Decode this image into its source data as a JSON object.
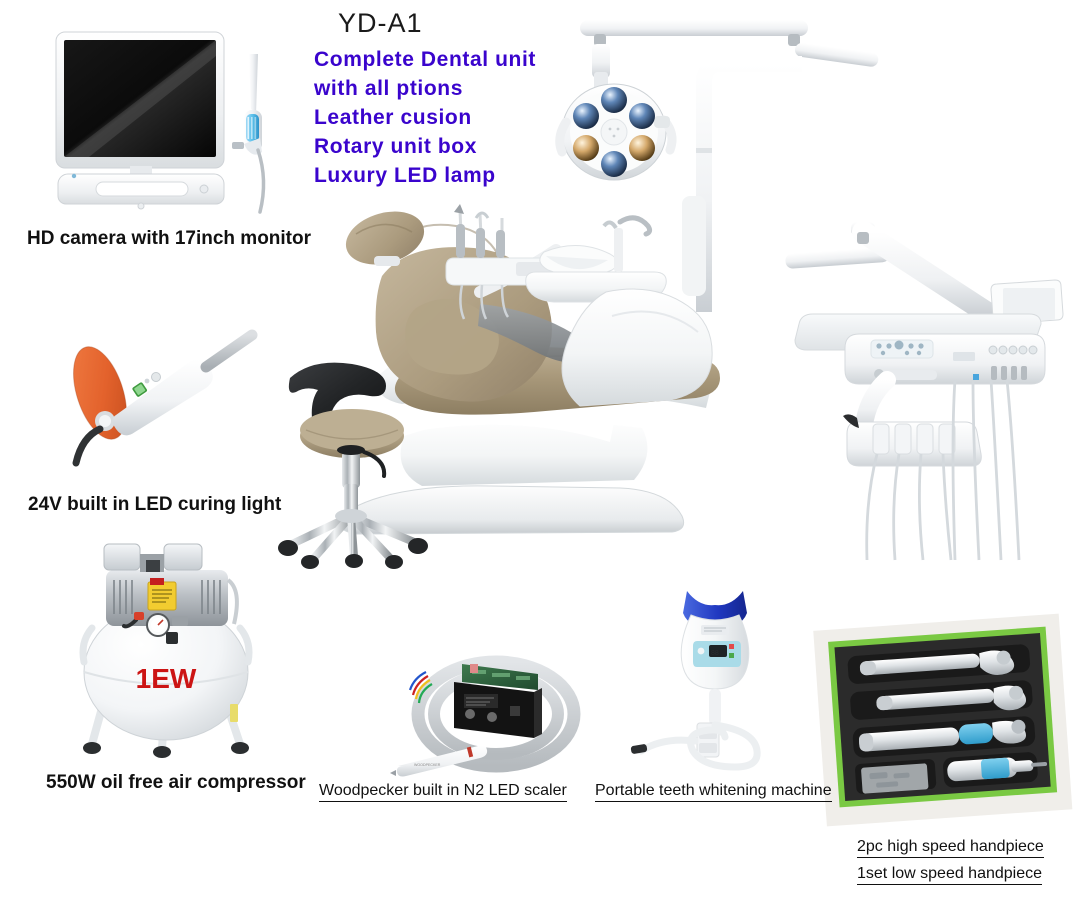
{
  "header": {
    "model": "YD-A1",
    "features": [
      "Complete Dental unit",
      "with all ptions",
      "Leather cusion",
      "Rotary unit box",
      "Luxury LED lamp"
    ],
    "feature_color": "#3a04cd",
    "model_color": "#1a1a1a"
  },
  "captions": {
    "monitor": "HD camera with 17inch monitor",
    "curing_light": "24V built in LED curing light",
    "compressor": "550W oil free air compressor",
    "scaler": "Woodpecker built in N2 LED scaler",
    "whitening": "Portable teeth whitening machine",
    "handpiece_high": "2pc high speed handpiece",
    "handpiece_low": "1set low speed handpiece"
  },
  "products": {
    "compressor": {
      "brand_text": "1EW",
      "brand_color": "#cc1414"
    },
    "handpiece_kit": {
      "tray_border_color": "#7ac943",
      "foam_color": "#2b2b2b"
    },
    "chair": {
      "upholstery_color": "#a89878",
      "body_color": "#f4f4f4"
    },
    "curing_light": {
      "shield_color": "#e8622a"
    },
    "whitening": {
      "hood_color": "#2040c8",
      "panel_color": "#a9dbe8"
    },
    "monitor": {
      "screen_color": "#0a0a0a",
      "bezel_color": "#f2f2f4"
    },
    "led_lamp": {
      "leds": 6,
      "lens_color": "#1d3f6b",
      "warm_lens_color": "#c9a06a"
    }
  }
}
